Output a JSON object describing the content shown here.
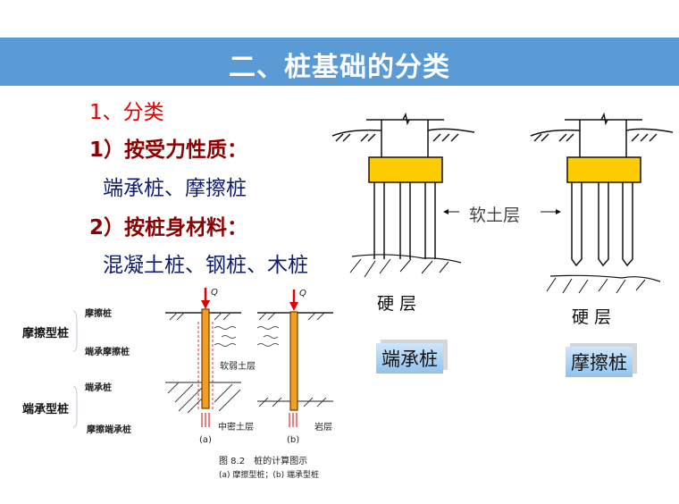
{
  "title": "二、桩基础的分类",
  "outline": {
    "heading": "1、分类",
    "item1": "1）按受力性质：",
    "item1_values": "端承桩、摩擦桩",
    "item2": "2）按桩身材料：",
    "item2_values": "混凝土桩、钢桩、木桩"
  },
  "diagram_left": {
    "friction_type": "摩擦型桩",
    "end_type": "端承型桩",
    "sub1": "摩擦桩",
    "sub2": "端承摩擦桩",
    "sub3": "端承桩",
    "sub4": "摩擦端承桩",
    "load": "Q",
    "soft_layer": "软弱土层",
    "middle_layer": "中密土层",
    "rock": "岩层",
    "label_a": "(a)",
    "label_b": "(b)",
    "caption": "图 8.2　桩的计算图示",
    "caption_sub": "(a) 摩擦型桩；(b) 端承型桩"
  },
  "diagram_right": {
    "soft_soil": "软土层",
    "hard_layer_left": "硬 层",
    "hard_layer_right": "硬 层",
    "tag_left": "端承桩",
    "tag_right": "摩擦桩"
  },
  "colors": {
    "title_bar": "#5b9bd5",
    "pile_cap": "#ffcc00",
    "pile": "#f0a020",
    "arrow": "#e00000"
  }
}
